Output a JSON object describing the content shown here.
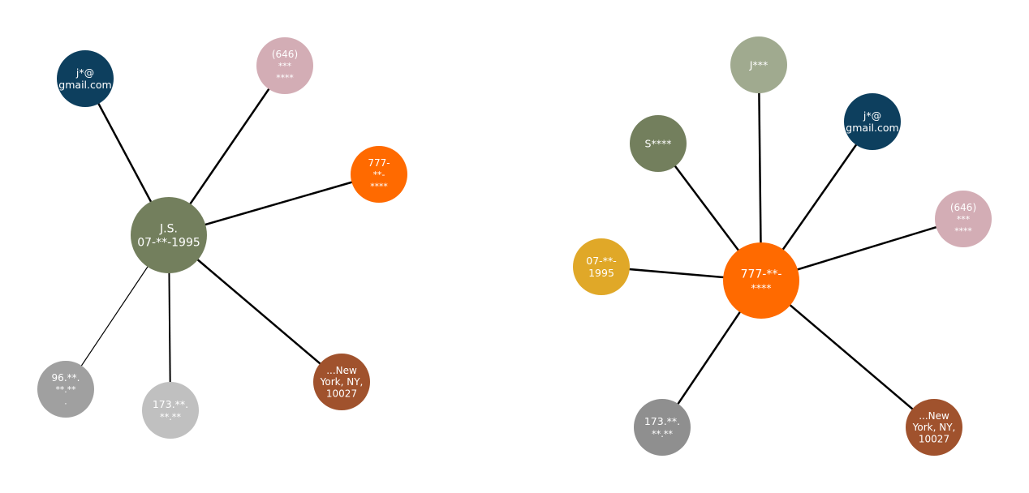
{
  "graphs": [
    {
      "name": "identity-graph-person",
      "center": {
        "id": "person",
        "lines": [
          "J.S.",
          "07-**-1995"
        ],
        "color": "#737f5d"
      },
      "nodes": [
        {
          "id": "email",
          "lines": [
            "j*@",
            "gmail.com"
          ],
          "color": "#0d3f5e"
        },
        {
          "id": "phone",
          "lines": [
            "(646)",
            "***",
            "****"
          ],
          "color": "#d3adb5"
        },
        {
          "id": "ssn",
          "lines": [
            "777-",
            "**-",
            "****"
          ],
          "color": "#ff6a00"
        },
        {
          "id": "address",
          "lines": [
            "...New",
            "York, NY,",
            "10027"
          ],
          "color": "#a0522d"
        },
        {
          "id": "ip-173",
          "lines": [
            "173.**.",
            "**.**"
          ],
          "color": "#c0c0c0"
        },
        {
          "id": "ip-96",
          "lines": [
            "96.**.",
            "**.**",
            "."
          ],
          "color": "#a0a0a0"
        }
      ]
    },
    {
      "name": "identity-graph-ssn",
      "center": {
        "id": "ssn",
        "lines": [
          "777-**-",
          "****"
        ],
        "color": "#ff6a00"
      },
      "nodes": [
        {
          "id": "first-name",
          "lines": [
            "J***"
          ],
          "color": "#a0aa8f"
        },
        {
          "id": "last-name",
          "lines": [
            "S****"
          ],
          "color": "#737f5d"
        },
        {
          "id": "email",
          "lines": [
            "j*@",
            "gmail.com"
          ],
          "color": "#0d3f5e"
        },
        {
          "id": "phone",
          "lines": [
            "(646)",
            "***",
            "****"
          ],
          "color": "#d3adb5"
        },
        {
          "id": "dob",
          "lines": [
            "07-**-",
            "1995"
          ],
          "color": "#e0a828"
        },
        {
          "id": "address",
          "lines": [
            "...New",
            "York, NY,",
            "10027"
          ],
          "color": "#a0522d"
        },
        {
          "id": "ip-173",
          "lines": [
            "173.**.",
            "**.**"
          ],
          "color": "#8f8f8f"
        }
      ]
    }
  ]
}
